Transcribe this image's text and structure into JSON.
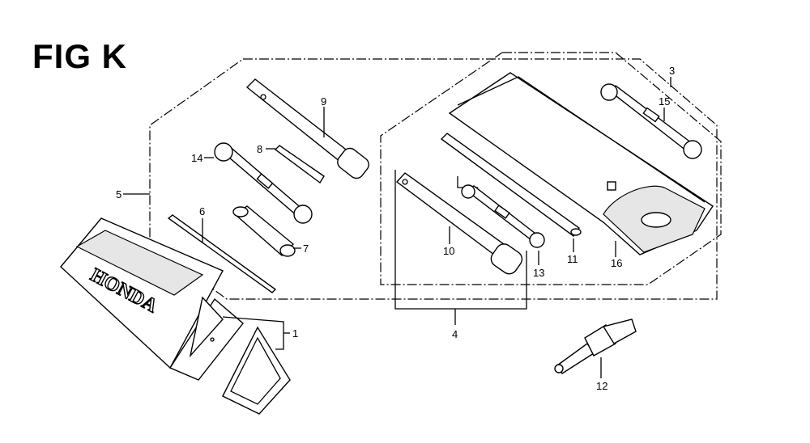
{
  "figure": {
    "title": "FIG K"
  },
  "brand_text": "HONDA",
  "callouts": [
    {
      "id": "c1",
      "label": "1"
    },
    {
      "id": "c3",
      "label": "3"
    },
    {
      "id": "c4",
      "label": "4"
    },
    {
      "id": "c5",
      "label": "5"
    },
    {
      "id": "c6",
      "label": "6"
    },
    {
      "id": "c7",
      "label": "7"
    },
    {
      "id": "c8",
      "label": "8"
    },
    {
      "id": "c9",
      "label": "9"
    },
    {
      "id": "c10",
      "label": "10"
    },
    {
      "id": "c11",
      "label": "11"
    },
    {
      "id": "c12",
      "label": "12"
    },
    {
      "id": "c13",
      "label": "13"
    },
    {
      "id": "c14",
      "label": "14"
    },
    {
      "id": "c15",
      "label": "15"
    },
    {
      "id": "c16",
      "label": "16"
    }
  ]
}
